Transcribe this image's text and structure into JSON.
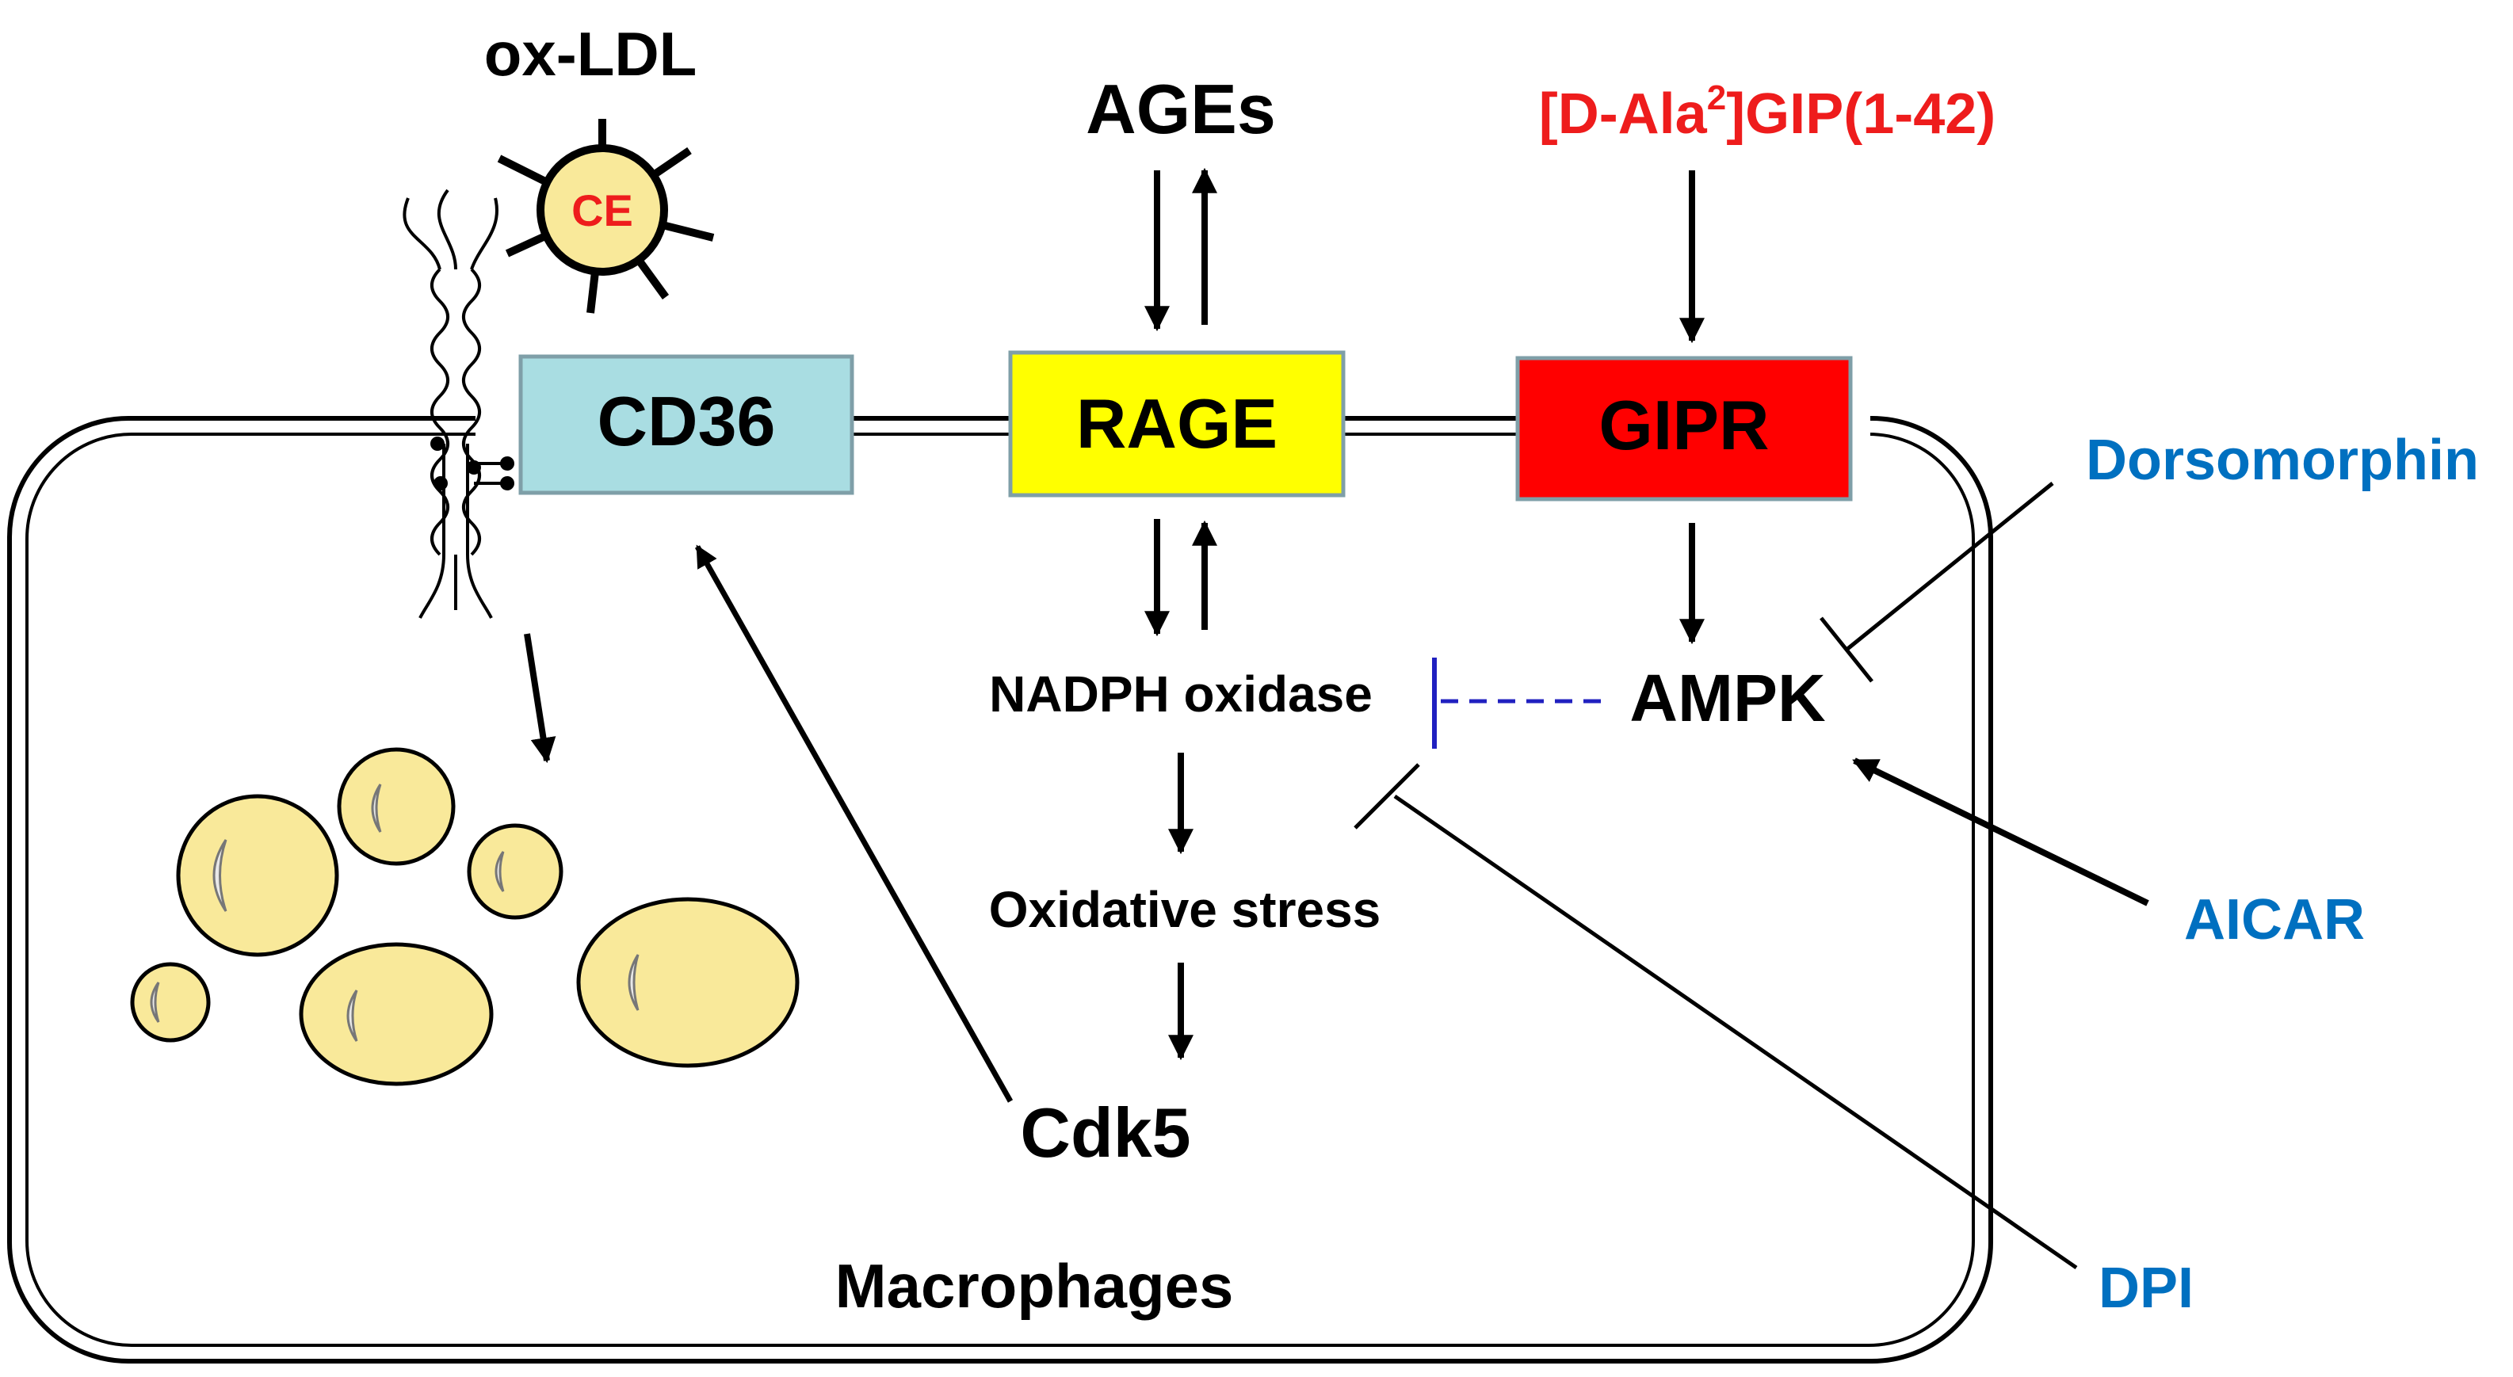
{
  "labels": {
    "ox_ldl": "ox-LDL",
    "ce": "CE",
    "ages": "AGEs",
    "gip_prefix": "[D-Ala",
    "gip_sup": "2",
    "gip_suffix": "]GIP(1-42)",
    "cd36": "CD36",
    "rage": "RAGE",
    "gipr": "GIPR",
    "dorsomorphin": "Dorsomorphin",
    "nadph": "NADPH oxidase",
    "ampk": "AMPK",
    "oxidative": "Oxidative stress",
    "aicar": "AICAR",
    "cdk5": "Cdk5",
    "macrophages": "Macrophages",
    "dpi": "DPI"
  },
  "colors": {
    "red_label": "#ee1c1c",
    "blue_label": "#0070c0",
    "cd36_fill": "#a9dde2",
    "rage_fill": "#ffff00",
    "gipr_fill": "#ff0000",
    "box_border": "#7f9fa8",
    "droplet_fill": "#f9e99a",
    "inhibit_dashed": "#2020c0",
    "ink": "#000000"
  }
}
